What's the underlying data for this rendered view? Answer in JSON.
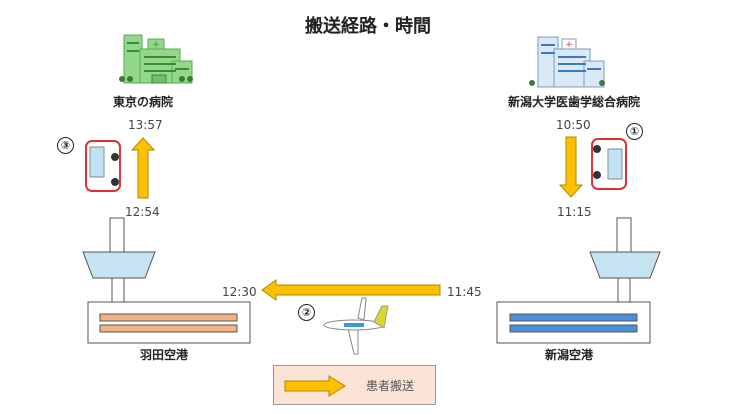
{
  "title": "搬送経路・時間",
  "left": {
    "hospital": "東京の病院",
    "arrive_time": "13:57",
    "depart_time": "12:54",
    "step": "③",
    "airport": "羽田空港",
    "airport_arrive_time": "12:30"
  },
  "right": {
    "hospital": "新潟大学医歯学総合病院",
    "depart_time": "10:50",
    "arrive_time": "11:15",
    "step": "①",
    "airport": "新潟空港",
    "airport_depart_time": "11:45"
  },
  "flight": {
    "step": "②"
  },
  "legend": {
    "label": "患者搬送"
  },
  "colors": {
    "arrow": "#ffc000",
    "tokyo_hospital": "#92d888",
    "niigata_hospital": "#dbe8f5",
    "haneda_stripe": "#f4b183",
    "niigata_stripe": "#4a8fd9",
    "tower": "#c5e3f0"
  }
}
